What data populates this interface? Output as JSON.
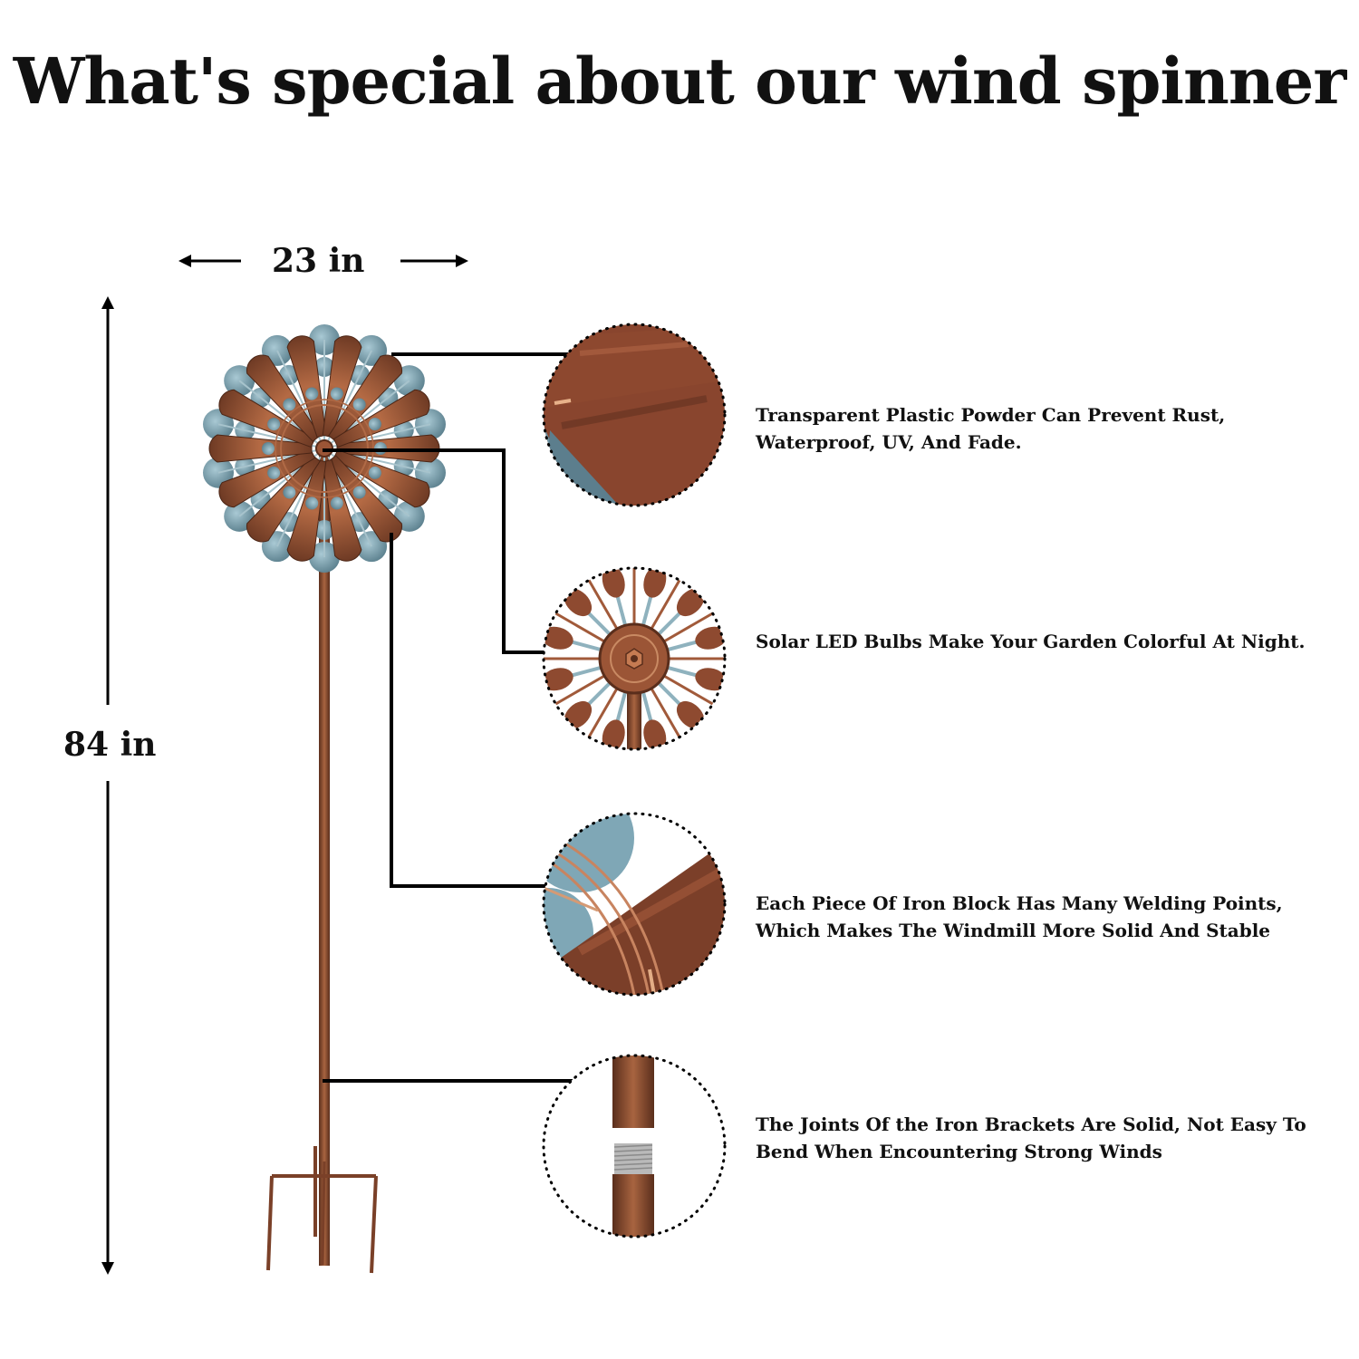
{
  "title": "What's special about our wind spinner",
  "dimensions": {
    "width_label": "23 in",
    "height_label": "84 in"
  },
  "features": [
    {
      "text": "Transparent Plastic Powder Can Prevent Rust, Waterproof, UV, And Fade."
    },
    {
      "text": "Solar LED Bulbs Make Your Garden Colorful At Night."
    },
    {
      "text": "Each Piece Of Iron Block Has Many Welding Points, Which Makes The Windmill More Solid And Stable"
    },
    {
      "text": "The Joints Of the Iron Brackets Are Solid, Not Easy To Bend When Encountering Strong Winds"
    }
  ],
  "colors": {
    "copper": "#8a4a2e",
    "copper_light": "#b46a44",
    "patina": "#7fa7b6",
    "patina_dark": "#4d6f7c",
    "line": "#000000"
  }
}
